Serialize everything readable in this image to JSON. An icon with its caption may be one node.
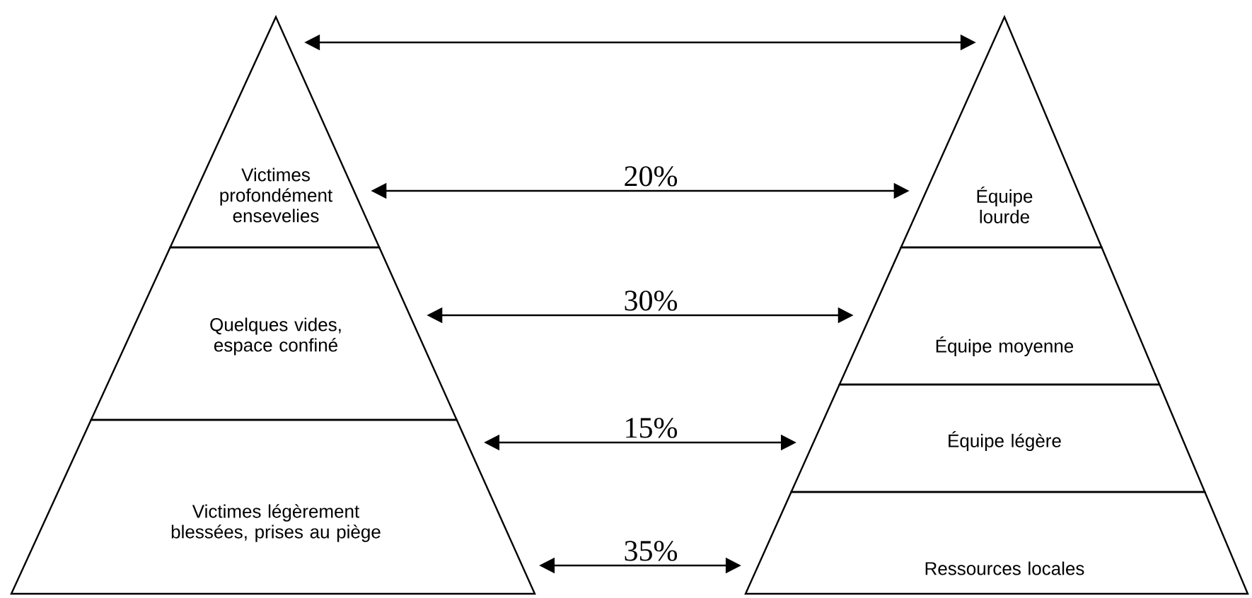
{
  "diagram": {
    "nodes": [
      {
        "text": [
          "Victimes profondément ensevelies"
        ]
      },
      {
        "text": [
          "Quelques vides, espace confiné"
        ]
      },
      {
        "text": [
          "Victimes légèrement blessées, prises au piège"
        ]
      },
      {
        "text": [
          "Équipe lourde"
        ]
      },
      {
        "text": [
          "Équipe moyenne"
        ]
      },
      {
        "text": [
          "Équipe légère"
        ]
      },
      {
        "text": [
          "Ressources locales"
        ]
      }
    ],
    "edges": [
      {
        "from": 0,
        "to": 3,
        "arrow": "both"
      },
      {
        "from": 0,
        "to": 3,
        "arrow": "both",
        "label": "20%"
      },
      {
        "from": 1,
        "to": 4,
        "arrow": "both",
        "label": "30%"
      },
      {
        "from": 2,
        "to": 5,
        "arrow": "both",
        "label": "15%"
      },
      {
        "from": 2,
        "to": 6,
        "arrow": "both",
        "label": "35%"
      }
    ]
  }
}
